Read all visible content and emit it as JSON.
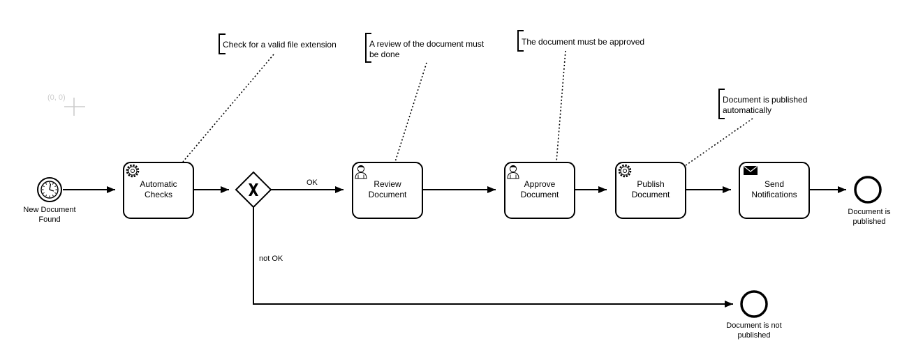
{
  "canvas": {
    "origin_label": "(0, 0)"
  },
  "events": {
    "start": {
      "label_lines": [
        "New Document",
        "Found"
      ],
      "icon": "timer-icon"
    },
    "end_published": {
      "label_lines": [
        "Document is",
        "published"
      ]
    },
    "end_not_published": {
      "label_lines": [
        "Document is not",
        "published"
      ]
    }
  },
  "tasks": {
    "automatic_checks": {
      "label_lines": [
        "Automatic",
        "Checks"
      ],
      "icon": "gear-icon"
    },
    "review_document": {
      "label_lines": [
        "Review",
        "Document"
      ],
      "icon": "user-icon"
    },
    "approve_document": {
      "label_lines": [
        "Approve",
        "Document"
      ],
      "icon": "user-icon"
    },
    "publish_document": {
      "label_lines": [
        "Publish",
        "Document"
      ],
      "icon": "gear-icon"
    },
    "send_notifications": {
      "label_lines": [
        "Send",
        "Notifications"
      ],
      "icon": "envelope-icon"
    }
  },
  "gateway": {
    "icon": "exclusive-x-icon"
  },
  "flows": {
    "ok_label": "OK",
    "not_ok_label": "not OK"
  },
  "annotations": {
    "checks": {
      "lines": [
        "Check for a valid file extension"
      ]
    },
    "review": {
      "lines": [
        "A review of the document must",
        "be done"
      ]
    },
    "approve": {
      "lines": [
        "The document must be approved"
      ]
    },
    "publish": {
      "lines": [
        "Document is published",
        "automatically"
      ]
    }
  }
}
